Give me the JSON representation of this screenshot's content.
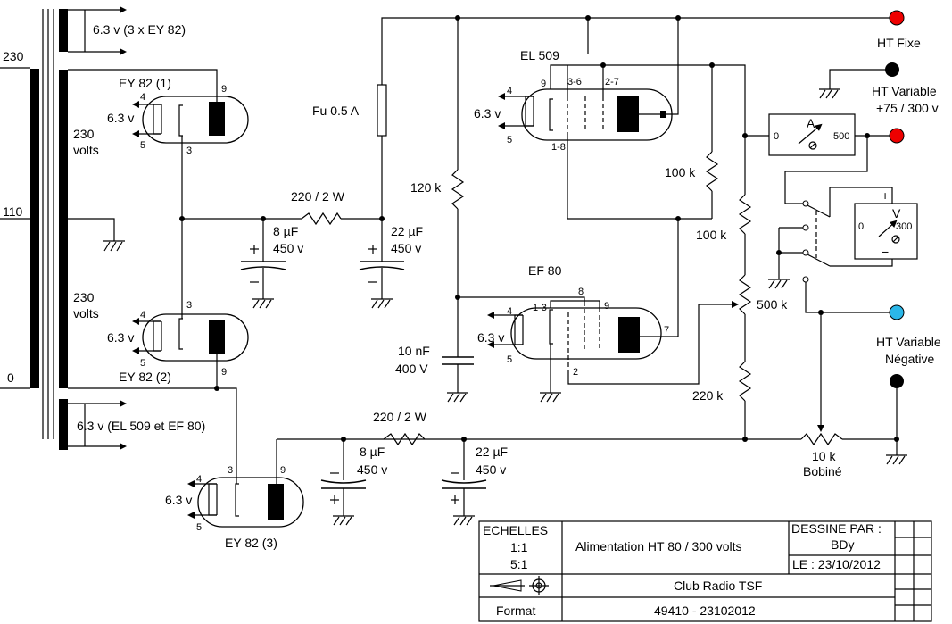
{
  "transformer": {
    "primary_taps": [
      "230",
      "110",
      "0"
    ],
    "secondary_upper": [
      "230",
      "volts"
    ],
    "secondary_lower": [
      "230",
      "volts"
    ],
    "heater_top": "6.3 v  (3 x EY 82)",
    "heater_bottom": "6.3 v (EL 509 et EF 80)"
  },
  "tubes": {
    "ey82_1": {
      "name": "EY 82 (1)",
      "heater": "6.3 v",
      "pins": [
        "4",
        "5",
        "9",
        "3"
      ]
    },
    "ey82_2": {
      "name": "EY 82 (2)",
      "heater": "6.3 v",
      "pins": [
        "4",
        "5",
        "3",
        "9"
      ]
    },
    "ey82_3": {
      "name": "EY 82 (3)",
      "heater": "6.3 v",
      "pins": [
        "4",
        "5",
        "3",
        "9"
      ]
    },
    "el509": {
      "name": "EL 509",
      "heater": "6.3 v",
      "pins": [
        "9",
        "3-6",
        "2-7",
        "4",
        "5",
        "1-8"
      ]
    },
    "ef80": {
      "name": "EF 80",
      "heater": "6.3 v",
      "pins": [
        "8",
        "1-3",
        "9",
        "4",
        "5",
        "7",
        "2"
      ]
    }
  },
  "components": {
    "fuse": "Fu 0.5 A",
    "r_pos_filter": "220 / 2 W",
    "c_pos_1": [
      "8 µF",
      "450 v"
    ],
    "c_pos_2": [
      "22 µF",
      "450 v"
    ],
    "r_120k": "120 k",
    "c_10nF": [
      "10 nF",
      "400 V"
    ],
    "r_100k_a": "100 k",
    "r_100k_b": "100 k",
    "pot_500k": "500 k",
    "r_220k": "220 k",
    "r_neg_filter": "220 / 2 W",
    "c_neg_1": [
      "8 µF",
      "450 v"
    ],
    "c_neg_2": [
      "22 µF",
      "450 v"
    ],
    "pot_10k": [
      "10 k",
      "Bobiné"
    ]
  },
  "outputs": {
    "ht_fixe": "HT Fixe",
    "ht_variable": [
      "HT Variable",
      "+75 / 300 v"
    ],
    "ht_negative": [
      "HT Variable",
      "Négative"
    ]
  },
  "meters": {
    "ammeter": {
      "symbol": "A",
      "min": "0",
      "max": "500"
    },
    "voltmeter": {
      "symbol": "V",
      "min": "0",
      "max": "300",
      "plus": "+",
      "minus": "−"
    }
  },
  "title_block": {
    "echelles": "ECHELLES",
    "scale_1": "1:1",
    "scale_2": "5:1",
    "title": "Alimentation  HT 80 / 300 volts",
    "dessine_par": "DESSINE PAR :",
    "author": "BDy",
    "date": "LE :  23/10/2012",
    "club": "Club  Radio  TSF",
    "format": "Format",
    "reference": "49410 - 23102012"
  }
}
